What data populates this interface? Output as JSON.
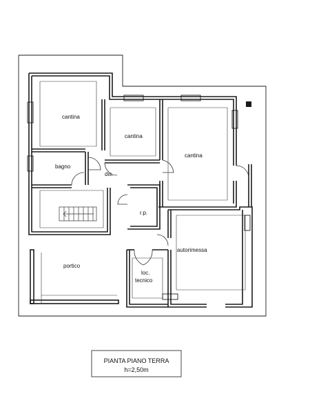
{
  "plan": {
    "rooms": {
      "cantina_left": "cantina",
      "cantina_center": "cantina",
      "cantina_right": "cantina",
      "bagno": "bagno",
      "dis": "dis.",
      "rp": "r.p.",
      "autorimessa": "autorimessa",
      "portico": "portico",
      "loc_tecnico_line1": "loc.",
      "loc_tecnico_line2": "tecnico"
    },
    "caption": {
      "title": "PIANTA PIANO TERRA",
      "height": "h=2,50m"
    }
  }
}
